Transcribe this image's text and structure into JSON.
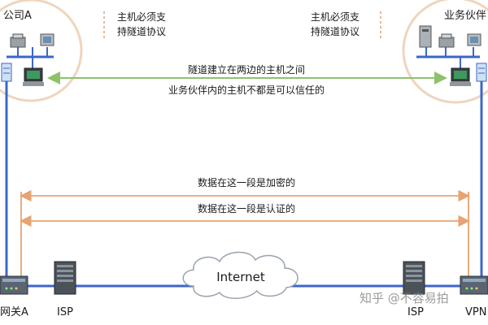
{
  "sites": {
    "left": {
      "name": "公司A",
      "note_line1": "主机必须支",
      "note_line2": "持隧道协议"
    },
    "right": {
      "name": "业务伙伴",
      "note_line1": "主机必须支",
      "note_line2": "持隧道协议"
    }
  },
  "tunnel": {
    "line1": "隧道建立在两边的主机之间",
    "line2": "业务伙伴内的主机不都是可以信任的",
    "color": "#8dc26b"
  },
  "segments": {
    "encrypted": "数据在这一段是加密的",
    "authenticated": "数据在这一段是认证的",
    "arrow_color": "#e8a371"
  },
  "wan": {
    "cloud_label": "Internet",
    "left_gateway": "网关A",
    "left_isp": "ISP",
    "right_isp": "ISP",
    "right_gateway": "VPN",
    "link_color": "#3b67c9"
  },
  "watermark": "知乎 @不容易拍"
}
